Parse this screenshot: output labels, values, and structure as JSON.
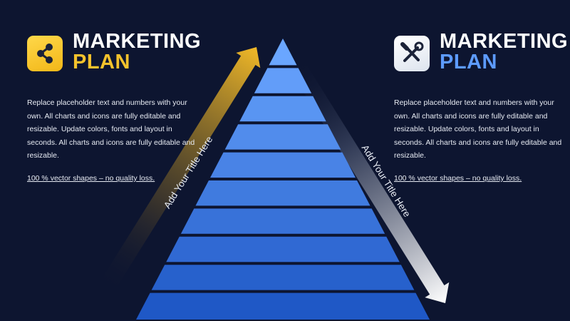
{
  "left_panel": {
    "title_line1": "MARKETING",
    "title_line2": "PLAN",
    "icon": "share-icon",
    "body": "Replace placeholder text and numbers with your own. All charts and icons are fully editable and resizable. Update colors, fonts and layout in seconds.  All charts and icons are fully editable and resizable.",
    "link": "100 % vector shapes – no quality loss."
  },
  "right_panel": {
    "title_line1": "MARKETING",
    "title_line2": "PLAN",
    "icon": "tools-icon",
    "body": "Replace placeholder text and numbers with your own. All charts and icons are fully editable and resizable. Update colors, fonts and layout in seconds.  All charts and icons are fully editable and resizable.",
    "link": "100 % vector shapes – no quality loss."
  },
  "arrows": {
    "left_label": "Add Your Title Here",
    "right_label": "Add Your Title Here"
  },
  "pyramid": {
    "levels": 10,
    "top_color": "#6aa6ff",
    "bottom_color": "#1f58c6"
  },
  "colors": {
    "background": "#0d1530",
    "accent_yellow": "#f4c22c",
    "accent_blue": "#5d9bff"
  }
}
